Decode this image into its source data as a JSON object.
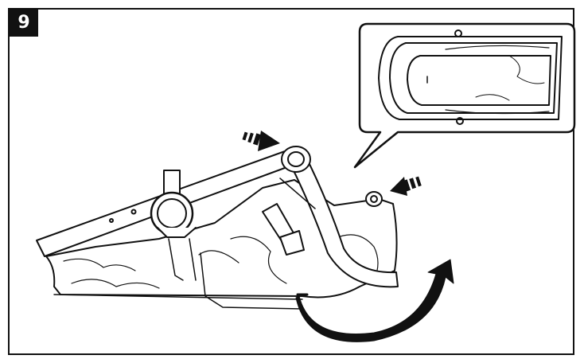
{
  "step": {
    "number": "9"
  },
  "colors": {
    "line": "#111111",
    "background": "#ffffff",
    "badge": "#111111",
    "badge_text": "#ffffff"
  },
  "figure": {
    "subject": "folded-stroller-carrycot-illustration",
    "inset": "carrycot-top-view-detail",
    "arrows": [
      "push-arrow-upper-left",
      "push-arrow-right",
      "rotate-arrow-curved"
    ]
  }
}
